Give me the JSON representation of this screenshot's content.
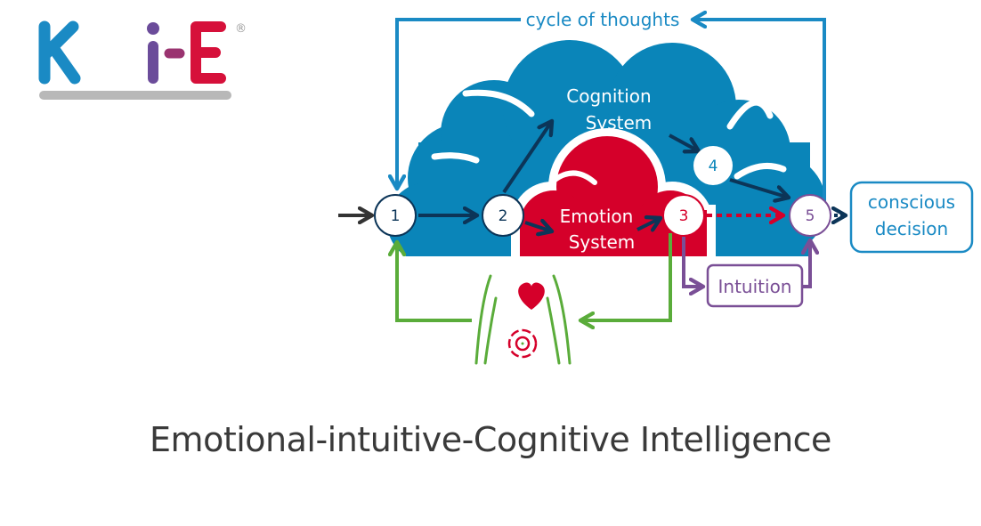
{
  "logo": {
    "letters": [
      "K",
      "i",
      "E"
    ],
    "registered_mark": "®",
    "colors": {
      "k": "#1a8ac4",
      "i": "#6b4c9a",
      "e": "#d6103a",
      "underline": "#b8b8b8"
    }
  },
  "diagram": {
    "cycle_label": "cycle of thoughts",
    "cognition_label_line1": "Cognition",
    "cognition_label_line2": "System",
    "emotion_label_line1": "Emotion",
    "emotion_label_line2": "System",
    "nodes": [
      {
        "id": "1",
        "label": "1"
      },
      {
        "id": "2",
        "label": "2"
      },
      {
        "id": "3",
        "label": "3"
      },
      {
        "id": "4",
        "label": "4"
      },
      {
        "id": "5",
        "label": "5"
      }
    ],
    "intuition_label": "Intuition",
    "decision_label_line1": "conscious",
    "decision_label_line2": "decision",
    "body_icon": "body-heart-gut-icon",
    "colors": {
      "cognition": "#0a85b9",
      "emotion": "#d5002a",
      "arrow_dark": "#0c3558",
      "cycle": "#1a8ac4",
      "body_feedback": "#5aac3a",
      "intuition": "#7a4f96",
      "input_arrow": "#333333"
    }
  },
  "title": "Emotional-intuitive-Cognitive Intelligence"
}
